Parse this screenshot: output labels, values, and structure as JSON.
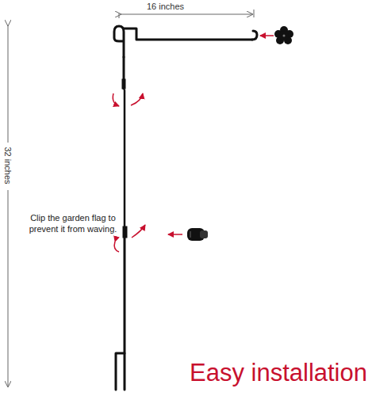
{
  "diagram": {
    "labels": [
      "16 inches",
      "32 inches",
      "Clip the garden flag to prevent it from waving.",
      "Easy installation"
    ]
  }
}
